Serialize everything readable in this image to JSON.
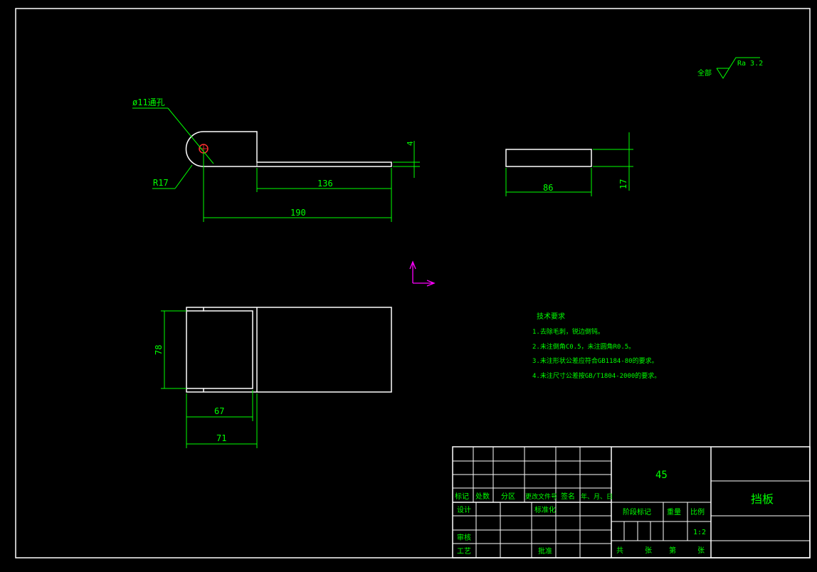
{
  "roughness": {
    "prefix": "全部",
    "value": "Ra 3.2"
  },
  "top_view": {
    "hole_label": "ø11通孔",
    "radius_label": "R17",
    "dim_thickness": "4",
    "dim_136": "136",
    "dim_190": "190"
  },
  "side_view": {
    "dim_86": "86",
    "dim_17": "17"
  },
  "bottom_view": {
    "dim_78": "78",
    "dim_67": "67",
    "dim_71": "71"
  },
  "tech_requirements": {
    "title": "技术要求",
    "items": [
      "1.去除毛刺，锐边倒钝。",
      "2.未注倒角C0.5，未注圆角R0.5。",
      "3.未注形状公差应符合GB1184-80的要求。",
      "4.未注尺寸公差按GB/T1804-2000的要求。"
    ]
  },
  "title_block": {
    "header": [
      "标记",
      "处数",
      "分区",
      "更改文件号",
      "签名",
      "年、月、日"
    ],
    "design": "设计",
    "standardize": "标准化",
    "review": "审核",
    "process": "工艺",
    "approve": "批准",
    "material": "45",
    "stage_mark": "阶段标记",
    "weight": "重量",
    "scale": "比例",
    "scale_value": "1:2",
    "part_name": "挡板",
    "sheets": {
      "total": "共",
      "zhang1": "张",
      "di": "第",
      "zhang2": "张"
    }
  },
  "colors": {
    "line": "#ffffff",
    "dim": "#00ff00",
    "ucs": "#ff00ff",
    "hole": "#ff0000",
    "bg": "#000000"
  }
}
